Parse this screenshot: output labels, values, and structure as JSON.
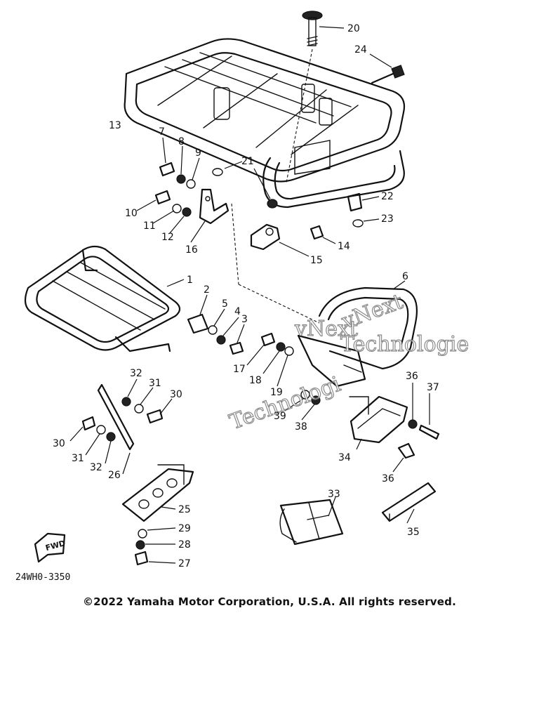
{
  "diagram": {
    "drawing_code": "24WH0-3350",
    "copyright": "©2022 Yamaha Motor Corporation, U.S.A. All rights reserved.",
    "watermark_lines": [
      "vNext",
      "Technologie",
      "Technologi"
    ],
    "fwd_label": "FWD",
    "callouts": [
      "20",
      "24",
      "13",
      "7",
      "8",
      "9",
      "21",
      "22",
      "23",
      "10",
      "11",
      "12",
      "16",
      "14",
      "15",
      "1",
      "2",
      "5",
      "4",
      "3",
      "6",
      "17",
      "18",
      "19",
      "39",
      "38",
      "36",
      "37",
      "34",
      "32",
      "31",
      "30",
      "30",
      "31",
      "32",
      "26",
      "25",
      "29",
      "28",
      "27",
      "33",
      "35",
      "36"
    ]
  }
}
